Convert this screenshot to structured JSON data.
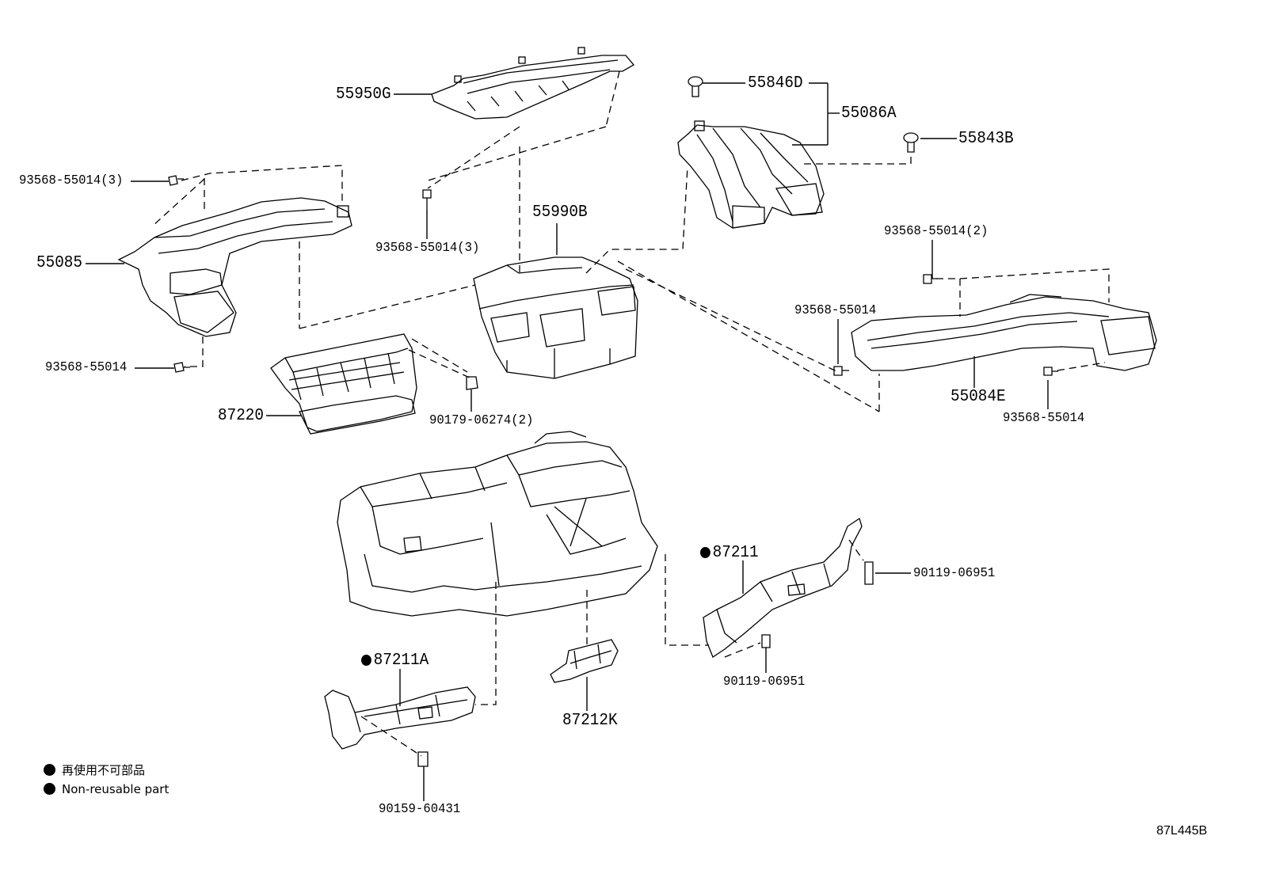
{
  "callouts": {
    "p55950g": "55950G",
    "p55846d": "55846D",
    "p55086a": "55086A",
    "p55843b": "55843B",
    "p93568_top_left": "93568-55014(3)",
    "p93568_mid": "93568-55014(3)",
    "p55085": "55085",
    "p93568_left_bottom": "93568-55014",
    "p55990b": "55990B",
    "p93568_right_2": "93568-55014(2)",
    "p93568_right_mid": "93568-55014",
    "p55084e": "55084E",
    "p93568_right_bottom": "93568-55014",
    "p87220": "87220",
    "p90179": "90179-06274(2)",
    "p87211": "87211",
    "p90119_right": "90119-06951",
    "p90119_mid": "90119-06951",
    "p87211a": "87211A",
    "p87212k": "87212K",
    "p90159": "90159-60431"
  },
  "legend": {
    "japanese": "再使用不可部品",
    "english": "Non-reusable part"
  },
  "diagram_ref": "87L445B"
}
